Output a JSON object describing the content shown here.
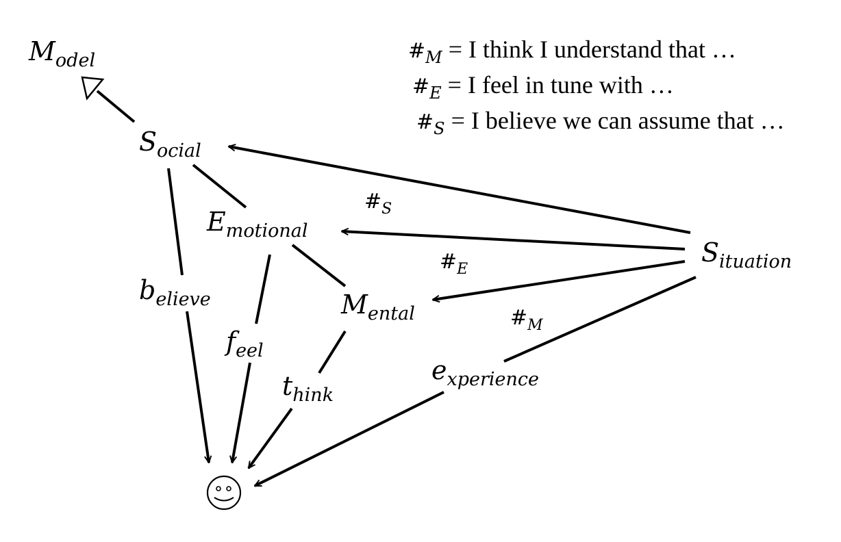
{
  "diagram": {
    "nodes": {
      "model": {
        "main": "M",
        "sub": "odel"
      },
      "social": {
        "main": "S",
        "sub": "ocial"
      },
      "emotional": {
        "main": "E",
        "sub": "motional"
      },
      "mental": {
        "main": "M",
        "sub": "ental"
      },
      "situation": {
        "main": "S",
        "sub": "ituation"
      },
      "person": {
        "symbol": "smiley-face"
      }
    },
    "edge_labels": {
      "believe": {
        "main": "b",
        "sub": "elieve"
      },
      "feel": {
        "main": "f",
        "sub": "eel"
      },
      "think": {
        "main": "t",
        "sub": "hink"
      },
      "experience": {
        "main": "e",
        "sub": "xperience"
      },
      "hash_s": {
        "main": "#",
        "sub": "S"
      },
      "hash_e": {
        "main": "#",
        "sub": "E"
      },
      "hash_m": {
        "main": "#",
        "sub": "M"
      }
    },
    "edges": [
      {
        "from": "social",
        "to": "model",
        "arrow": "hollow-triangle"
      },
      {
        "from": "situation",
        "to": "social",
        "arrow": "open"
      },
      {
        "from": "situation",
        "to": "emotional",
        "arrow": "open",
        "label": "hash_s"
      },
      {
        "from": "situation",
        "to": "mental",
        "arrow": "open",
        "label": "hash_e"
      },
      {
        "from": "situation",
        "to": "person",
        "arrow": "open",
        "label": "experience"
      },
      {
        "from": "social",
        "to": "emotional",
        "arrow": "none"
      },
      {
        "from": "emotional",
        "to": "mental",
        "arrow": "none"
      },
      {
        "from": "social",
        "to": "person",
        "arrow": "open",
        "label": "believe"
      },
      {
        "from": "emotional",
        "to": "person",
        "arrow": "open",
        "label": "feel"
      },
      {
        "from": "mental",
        "to": "person",
        "arrow": "open",
        "label": "think"
      }
    ],
    "legend": [
      {
        "hash": "#",
        "sub": "M",
        "text": " = I think I understand that …"
      },
      {
        "hash": "#",
        "sub": "E",
        "text": " = I feel in tune with …"
      },
      {
        "hash": "#",
        "sub": "S",
        "text": " = I believe we can assume that …"
      }
    ]
  }
}
